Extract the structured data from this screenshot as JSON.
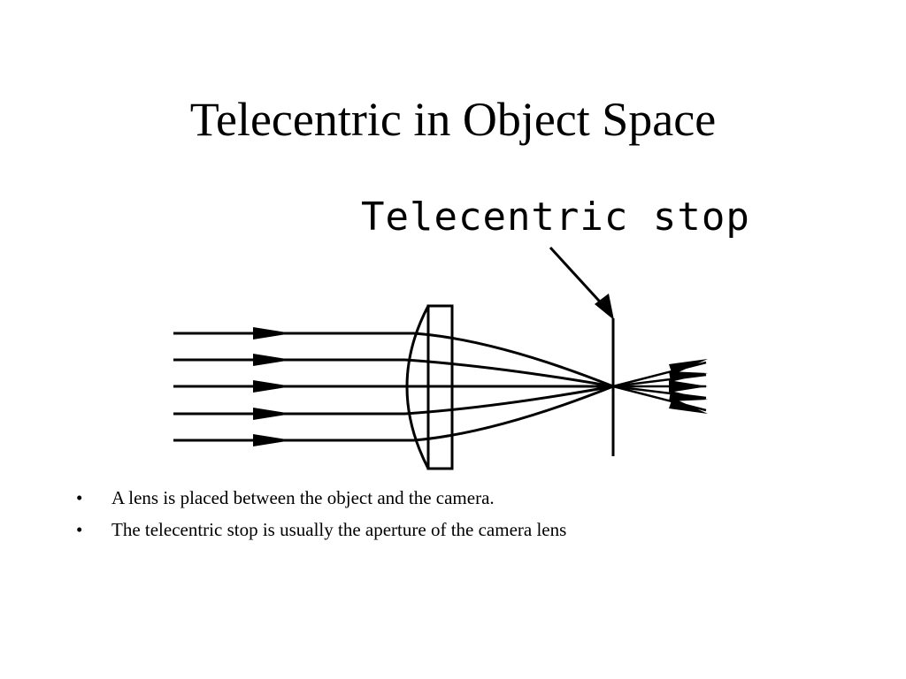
{
  "slide": {
    "title": "Telecentric in Object Space"
  },
  "diagram": {
    "stop_label": "Telecentric stop"
  },
  "bullets": [
    "A lens is placed between the object and the camera.",
    "The telecentric stop is usually the aperture of the camera lens"
  ]
}
